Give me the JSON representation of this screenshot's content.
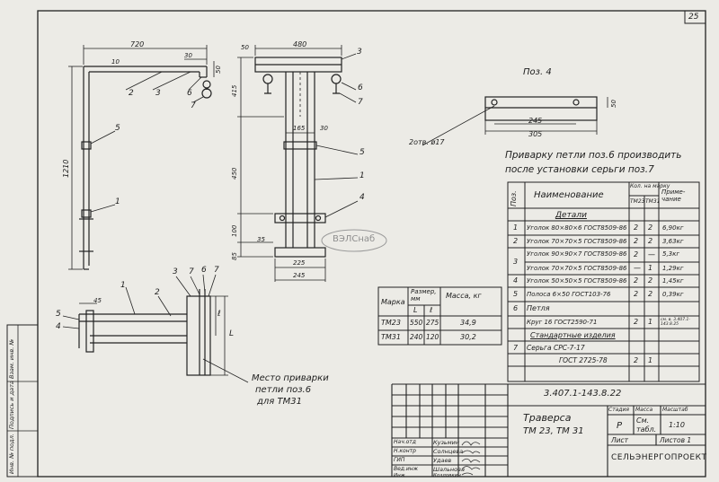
{
  "page_number": "25",
  "watermark": "ВЭЛСнаб",
  "pos4": {
    "title": "Поз. 4",
    "dim_245": "245",
    "dim_305": "305",
    "dim_50": "50",
    "hole": "2отв. ø17"
  },
  "note": {
    "line1": "Приварку петли поз.6 производить",
    "line2": "после установки серьги поз.7"
  },
  "spec": {
    "hdr_pos": "Поз.",
    "hdr_name": "Наименование",
    "hdr_qty": "Кол. на марку",
    "hdr_tm23": "ТМ23",
    "hdr_tm31": "ТМ31",
    "hdr_note": "Приме-чание",
    "section_details": "Детали",
    "rows": [
      {
        "pos": "1",
        "name": "Уголок 80×80×6 ГОСТ8509-86",
        "q1": "2",
        "q2": "2",
        "note": "6,90кг"
      },
      {
        "pos": "2",
        "name": "Уголок 70×70×5 ГОСТ8509-86",
        "q1": "2",
        "q2": "2",
        "note": "3,63кг"
      },
      {
        "pos": "3",
        "name": "Уголок 90×90×7 ГОСТ8509-86",
        "q1": "2",
        "q2": "—",
        "note": "5,3кг"
      },
      {
        "pos": "",
        "name": "Уголок 70×70×5 ГОСТ8509-86",
        "q1": "—",
        "q2": "1",
        "note": "1,29кг"
      },
      {
        "pos": "4",
        "name": "Уголок 50×50×5 ГОСТ8509-86",
        "q1": "2",
        "q2": "2",
        "note": "1,45кг"
      },
      {
        "pos": "5",
        "name": "Полоса 6×50 ГОСТ103-76",
        "q1": "2",
        "q2": "2",
        "note": "0,39кг"
      },
      {
        "pos": "6",
        "name": "Петля",
        "q1": "",
        "q2": "",
        "note": ""
      },
      {
        "pos": "",
        "name": "Круг 16 ГОСТ2590-71",
        "q1": "2",
        "q2": "1",
        "note": "см. в. 3.407.1-143.8.25"
      },
      {
        "pos": "",
        "name": "Стандартные изделия",
        "q1": "",
        "q2": "",
        "note": ""
      },
      {
        "pos": "7",
        "name": "Серьга СРС-7-17",
        "q1": "",
        "q2": "",
        "note": ""
      },
      {
        "pos": "",
        "name": "ГОСТ 2725-78",
        "q1": "2",
        "q2": "1",
        "note": ""
      }
    ]
  },
  "mass": {
    "hdr_mark": "Марка",
    "hdr_size": "Размер, мм",
    "hdr_l": "L",
    "hdr_l2": "ℓ",
    "hdr_mass": "Масса, кг",
    "rows": [
      {
        "mark": "ТМ23",
        "L": "550",
        "l": "275",
        "m": "34,9"
      },
      {
        "mark": "ТМ31",
        "L": "240",
        "l": "120",
        "m": "30,2"
      }
    ]
  },
  "weld_note": {
    "line1": "Место приварки",
    "line2": "петли поз.6",
    "line3": "для ТМ31"
  },
  "stamp": {
    "code": "3.407.1-143.8.22",
    "title1": "Траверса",
    "title2": "ТМ 23, ТМ 31",
    "hdr_stage": "Стадия",
    "hdr_mass": "Масса",
    "hdr_scale": "Масштаб",
    "stage": "Р",
    "mass": "См. табл.",
    "scale": "1:10",
    "sheet": "Лист",
    "sheets": "Листов 1",
    "org": "СЕЛЬЭНЕРГОПРОЕКТ",
    "roles": [
      {
        "role": "Нач.отд",
        "name": "Кузьмин"
      },
      {
        "role": "Н.контр",
        "name": "Солнцева"
      },
      {
        "role": "ГИП",
        "name": "Удаев"
      },
      {
        "role": "Вед.инж",
        "name": "Шальнова"
      },
      {
        "role": "Инж",
        "name": "Козловкин"
      }
    ]
  },
  "side_stamp": {
    "inv": "Инв. № подл.",
    "sign": "Подпись и дата",
    "vzam": "Взам. инв. №"
  },
  "drawing": {
    "front": {
      "d720": "720",
      "d30": "30",
      "d10": "10",
      "d50": "50",
      "d1210": "1210",
      "p1": "1",
      "p2": "2",
      "p3": "3",
      "p5": "5",
      "p6": "6",
      "p7": "7"
    },
    "side": {
      "d480": "480",
      "d50": "50",
      "d415": "415",
      "d165": "165",
      "d30": "30",
      "d450": "450",
      "d100": "100",
      "d35": "35",
      "d85": "85",
      "d225": "225",
      "d245": "245",
      "p1": "1",
      "p3": "3",
      "p4": "4",
      "p5": "5",
      "p6": "6",
      "p7": "7"
    },
    "plan": {
      "d45": "45",
      "L": "L",
      "l": "ℓ",
      "p1": "1",
      "p2": "2",
      "p3": "3",
      "p4": "4",
      "p5": "5",
      "p6": "6",
      "p7": "7"
    }
  }
}
